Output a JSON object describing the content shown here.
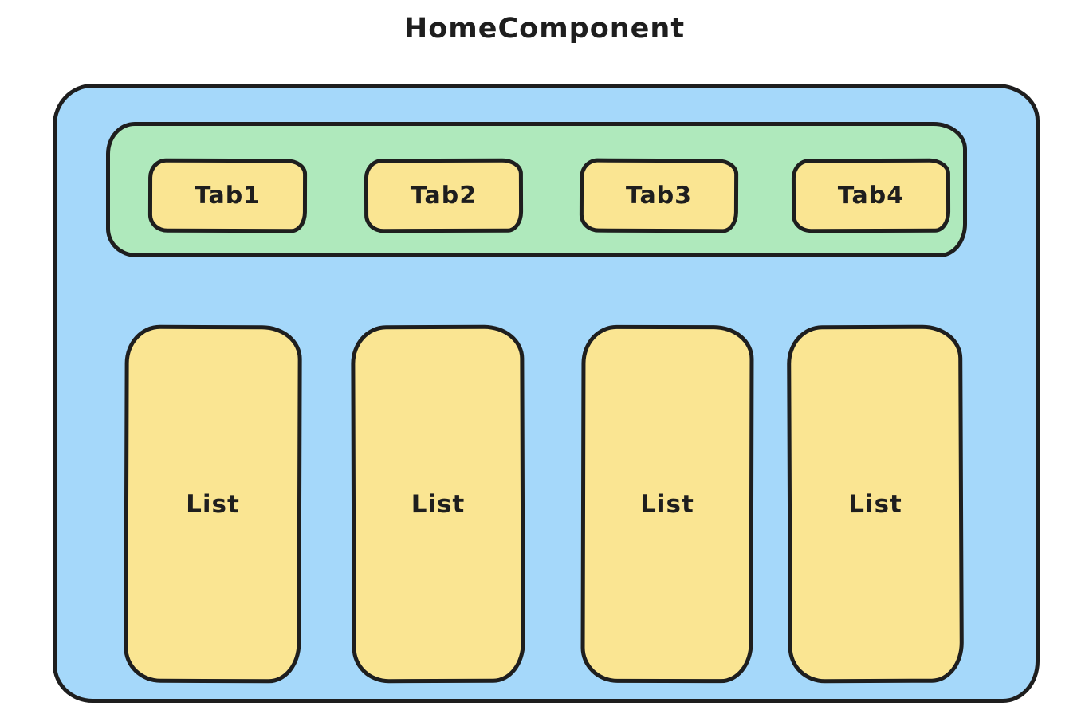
{
  "diagram": {
    "title": "HomeComponent",
    "tab_bar": {
      "tabs": [
        {
          "label": "Tab1"
        },
        {
          "label": "Tab2"
        },
        {
          "label": "Tab3"
        },
        {
          "label": "Tab4"
        }
      ]
    },
    "lists": [
      {
        "label": "List"
      },
      {
        "label": "List"
      },
      {
        "label": "List"
      },
      {
        "label": "List"
      }
    ],
    "colors": {
      "stroke": "#1e1e1e",
      "container_fill": "#a5d8fa",
      "tab_bar_fill": "#afe9bc",
      "shape_fill": "#fae592",
      "background": "#ffffff"
    }
  }
}
